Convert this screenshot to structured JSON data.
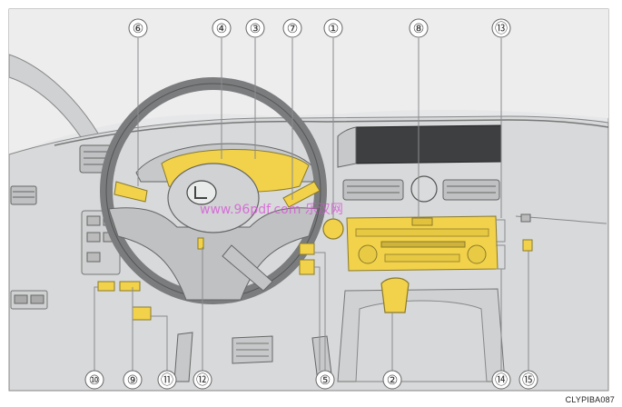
{
  "figure": {
    "code": "CLYPIBA087",
    "watermark": "www.96pdf.com 乐汉网"
  },
  "callouts": [
    {
      "id": "c1",
      "label": "①"
    },
    {
      "id": "c2",
      "label": "②"
    },
    {
      "id": "c3",
      "label": "③"
    },
    {
      "id": "c4",
      "label": "④"
    },
    {
      "id": "c5",
      "label": "⑤"
    },
    {
      "id": "c6",
      "label": "⑥"
    },
    {
      "id": "c7",
      "label": "⑦"
    },
    {
      "id": "c8",
      "label": "⑧"
    },
    {
      "id": "c9",
      "label": "⑨"
    },
    {
      "id": "c10",
      "label": "⑩"
    },
    {
      "id": "c11",
      "label": "⑪"
    },
    {
      "id": "c12",
      "label": "⑫"
    },
    {
      "id": "c13",
      "label": "⑬"
    },
    {
      "id": "c14",
      "label": "⑭"
    },
    {
      "id": "c15",
      "label": "⑮"
    }
  ],
  "colors": {
    "highlight": "#f2d24a",
    "line": "#555555",
    "bg_panel": "#dcdedf",
    "dash": "#c8cacb"
  }
}
